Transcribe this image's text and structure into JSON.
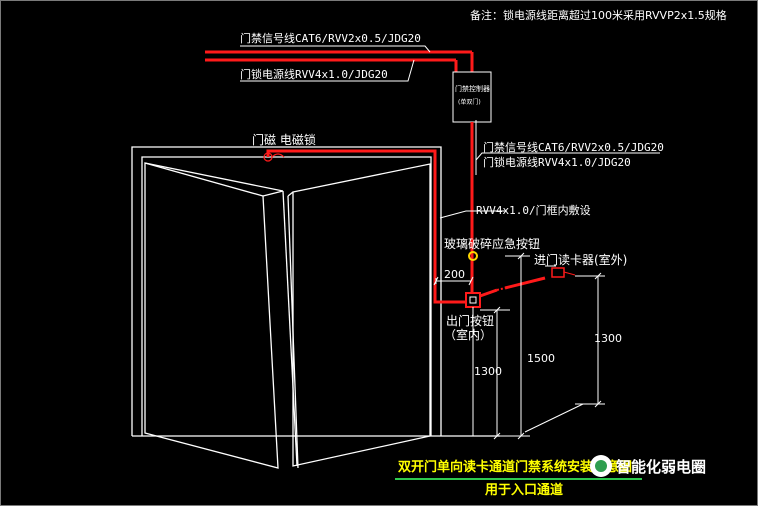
{
  "note": "备注：锁电源线距离超过100米采用RVVP2x1.5规格",
  "labels": {
    "signal_cable_top": "门禁信号线CAT6/RVV2x0.5/JDG20",
    "power_cable_top": "门锁电源线RVV4x1.0/JDG20",
    "controller": "门禁控制器",
    "controller_sub": "(单双门)",
    "signal_cable_mid": "门禁信号线CAT6/RVV2x0.5/JDG20",
    "power_cable_mid": "门锁电源线RVV4x1.0/JDG20",
    "lock": "门磁 电磁锁",
    "frame_cable": "RVV4x1.0/门框内敷设",
    "glass_button": "玻璃破碎应急按钮",
    "reader": "进门读卡器(室外)",
    "dim_200": "200",
    "exit_button_line1": "出门按钮",
    "exit_button_line2": "（室内）",
    "dim_1300_left": "1300",
    "dim_1500": "1500",
    "dim_1300_right": "1300"
  },
  "title": {
    "line1": "双开门单向读卡通道门禁系统安装示意图",
    "line2": "用于入口通道"
  },
  "watermark": "智能化弱电圈",
  "colors": {
    "background": "#000000",
    "cable": "#ff1a1a",
    "lines": "#ffffff",
    "title": "#ffff00",
    "glass_button": "#ffd700"
  }
}
